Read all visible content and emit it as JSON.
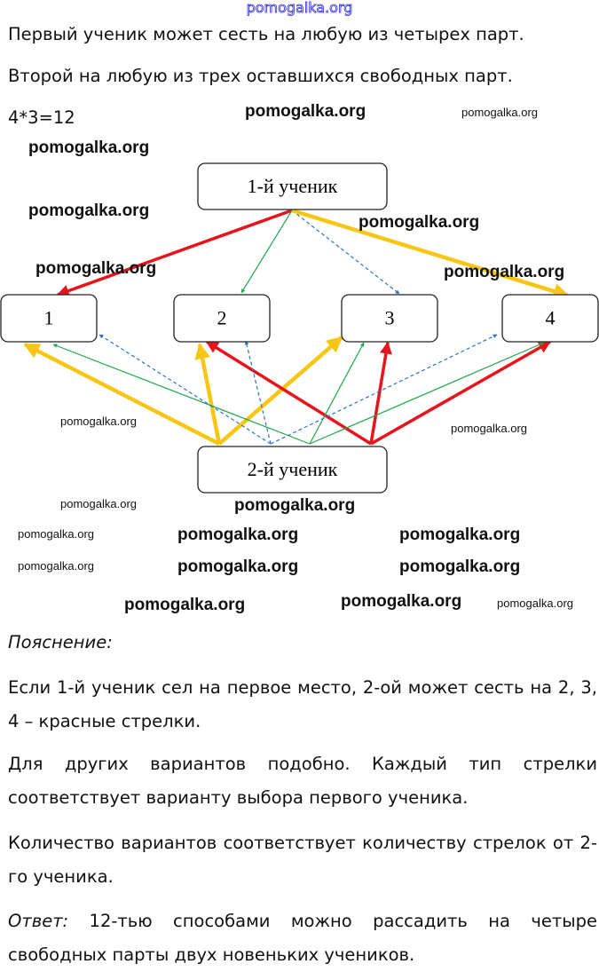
{
  "header_watermark": "pomogalka.org",
  "intro": {
    "line1": "Первый ученик может сесть на любую из четырех парт.",
    "line2": "Второй на любую из трех оставшихся свободных парт.",
    "formula": "4*3=12"
  },
  "diagram": {
    "first_student": "1-й ученик",
    "second_student": "2-й ученик",
    "desks": [
      "1",
      "2",
      "3",
      "4"
    ],
    "colors": {
      "red": "#e8141b",
      "yellow": "#f7c614",
      "green": "#1fa84a",
      "blue": "#2a73c4"
    },
    "arrows": [
      {
        "from": "first",
        "to": 0,
        "color": "red"
      },
      {
        "from": "first",
        "to": 1,
        "color": "green"
      },
      {
        "from": "first",
        "to": 2,
        "color": "blue"
      },
      {
        "from": "first",
        "to": 3,
        "color": "yellow"
      },
      {
        "from": "second",
        "to": 0,
        "color": "yellow"
      },
      {
        "from": "second",
        "to": 1,
        "color": "yellow"
      },
      {
        "from": "second",
        "to": 2,
        "color": "yellow"
      },
      {
        "from": "second",
        "to": 1,
        "color": "red"
      },
      {
        "from": "second",
        "to": 2,
        "color": "red"
      },
      {
        "from": "second",
        "to": 3,
        "color": "red"
      },
      {
        "from": "second",
        "to": 0,
        "color": "green"
      },
      {
        "from": "second",
        "to": 2,
        "color": "green"
      },
      {
        "from": "second",
        "to": 3,
        "color": "green"
      },
      {
        "from": "second",
        "to": 0,
        "color": "blue"
      },
      {
        "from": "second",
        "to": 1,
        "color": "blue"
      },
      {
        "from": "second",
        "to": 3,
        "color": "blue"
      }
    ]
  },
  "explanation": {
    "heading": "Пояснение:",
    "para1": "Если 1-й ученик сел на первое место, 2-ой может сесть на 2, 3, 4 – красные стрелки.",
    "para2": "Для других вариантов подобно. Каждый тип стрелки соответствует варианту выбора первого ученика.",
    "para3": "Количество вариантов соответствует количеству стрелок от 2-го ученика."
  },
  "answer": {
    "label": "Ответ:",
    "text": " 12-тью способами можно рассадить на четыре свободных парты двух новеньких учеников."
  },
  "watermarks": [
    "pomogalka.org",
    "pomogalka.org",
    "pomogalka.org",
    "pomogalka.org",
    "pomogalka.org",
    "pomogalka.org",
    "pomogalka.org",
    "pomogalka.org",
    "pomogalka.org",
    "pomogalka.org",
    "pomogalka.org",
    "pomogalka.org",
    "pomogalka.org",
    "pomogalka.org",
    "pomogalka.org",
    "pomogalka.org",
    "pomogalka.org",
    "pomogalka.org",
    "pomogalka.org",
    "pomogalka.org"
  ]
}
